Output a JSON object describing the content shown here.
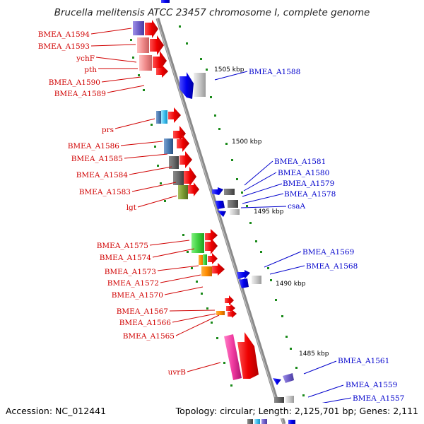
{
  "title": "Brucella melitensis ATCC 23457 chromosome I, complete genome",
  "footer": {
    "accession": "Accession: NC_012441",
    "summary": "Topology: circular; Length: 2,125,701 bp; Genes: 2,111"
  },
  "scale_labels": [
    "1505 kbp",
    "1500 kbp",
    "1495 kbp",
    "1490 kbp",
    "1485 kbp"
  ],
  "left_labels": [
    "BMEA_A1594",
    "BMEA_A1593",
    "ychF",
    "pth",
    "BMEA_A1590",
    "BMEA_A1589",
    "prs",
    "BMEA_A1586",
    "BMEA_A1585",
    "BMEA_A1584",
    "BMEA_A1583",
    "lgt",
    "BMEA_A1575",
    "BMEA_A1574",
    "BMEA_A1573",
    "BMEA_A1572",
    "BMEA_A1570",
    "BMEA_A1567",
    "BMEA_A1566",
    "BMEA_A1565",
    "uvrB"
  ],
  "right_labels": [
    "BMEA_A1588",
    "BMEA_A1581",
    "BMEA_A1580",
    "BMEA_A1579",
    "BMEA_A1578",
    "csaA",
    "BMEA_A1569",
    "BMEA_A1568",
    "BMEA_A1561",
    "BMEA_A1559",
    "BMEA_A1557"
  ],
  "colors": {
    "forward_strand": "#ee0000",
    "reverse_strand": "#0000ee",
    "backbone": "#8a8a8a",
    "tick": "#1a8a1a",
    "left_label": "#d00000",
    "right_label": "#0000cc"
  }
}
